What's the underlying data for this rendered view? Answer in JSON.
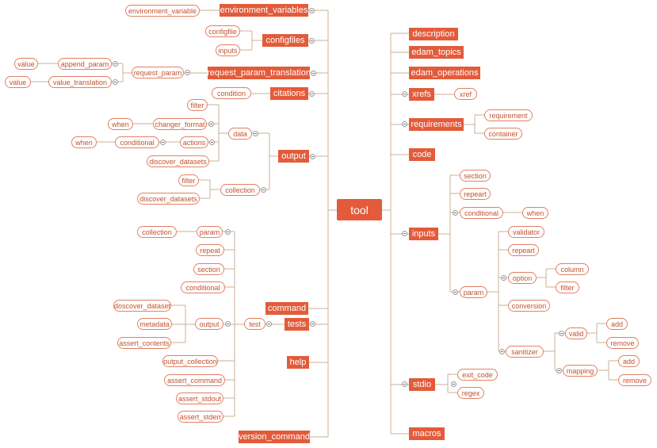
{
  "colors": {
    "accent": "#e35b3a",
    "line": "#c9b29a",
    "sub_text": "#c0532f",
    "sub_border": "#e47f62"
  },
  "mindmap": {
    "root": "tool",
    "left": {
      "environment_variables": {
        "label": "environment_variables",
        "children": [
          "environment_variable"
        ]
      },
      "configfiles": {
        "label": "configfiles",
        "children": [
          "configfile",
          "inputs"
        ]
      },
      "request_param_translation": {
        "label": "request_param_translation",
        "request_param": "request_param",
        "append_param": "append_param",
        "value_translation": "value_translation",
        "value": "value"
      },
      "citations": {
        "label": "citations",
        "children": [
          "condition"
        ]
      },
      "output": {
        "label": "output",
        "data": "data",
        "data_children": {
          "filter": "filter",
          "change_format": "changer_format",
          "when": "when",
          "actions": "actions",
          "conditional": "conditional",
          "discover_datasets": "discover_datasets"
        },
        "collection": "collection",
        "collection_children": [
          "filter",
          "discover_datasets"
        ]
      },
      "command": {
        "label": "command"
      },
      "tests": {
        "label": "tests",
        "test": "test",
        "param": "param",
        "param_children": [
          "collection"
        ],
        "repeat": "repeat",
        "section": "section",
        "conditional": "conditional",
        "output": "output",
        "output_children": [
          "doscover_dataset",
          "metadata",
          "assert_contents"
        ],
        "output_collection": "output_collection",
        "assert_command": "assert_command",
        "assert_stdout": "assert_stdout",
        "assert_stderr": "assert_stderr"
      },
      "help": {
        "label": "help"
      },
      "version_command": {
        "label": "version_command"
      }
    },
    "right": {
      "description": {
        "label": "description"
      },
      "edam_topics": {
        "label": "edam_topics"
      },
      "edam_operations": {
        "label": "edam_operations"
      },
      "xrefs": {
        "label": "xrefs",
        "children": [
          "xref"
        ]
      },
      "requirements": {
        "label": "requirements",
        "children": [
          "requirement",
          "container"
        ]
      },
      "code": {
        "label": "code"
      },
      "inputs": {
        "label": "inputs",
        "section": "section",
        "repeat": "repeart",
        "conditional": "conditional",
        "conditional_children": [
          "when"
        ],
        "param": "param",
        "param_children": {
          "validator": "validator",
          "repeat": "repeart",
          "option": "option",
          "option_children": [
            "column",
            "filter"
          ],
          "conversion": "conversion",
          "sanitizer": "sanitizer",
          "valid": "valid",
          "valid_children": [
            "add",
            "remove"
          ],
          "mapping": "mapping",
          "mapping_children": [
            "add",
            "remove"
          ]
        }
      },
      "stdio": {
        "label": "stdio",
        "children": [
          "exit_code",
          "regex"
        ]
      },
      "macros": {
        "label": "macros"
      }
    }
  }
}
